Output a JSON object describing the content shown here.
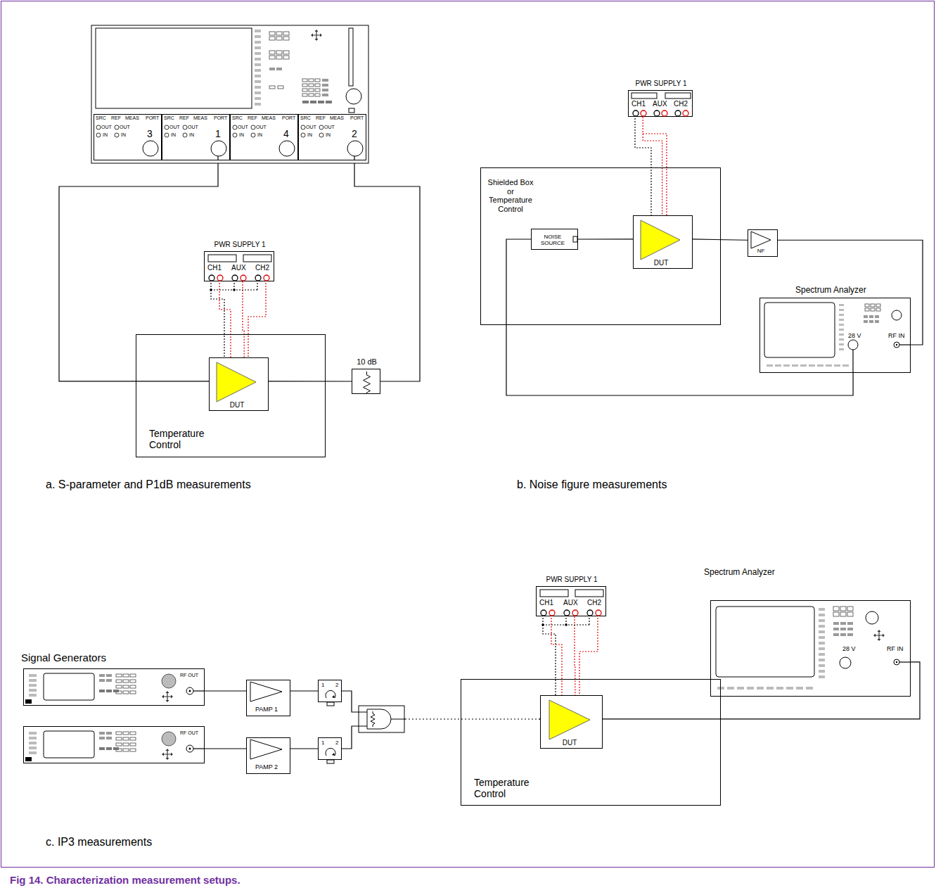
{
  "diagram": {
    "caption": "Fig 14. Characterization measurement setups.",
    "nodes": [
      {
        "text": [
          "SRC",
          "REF",
          "MEAS",
          "PORT",
          "OUT",
          "OUT",
          "IN",
          "IN",
          "3"
        ]
      },
      {
        "text": [
          "SRC",
          "REF",
          "MEAS",
          "PORT",
          "OUT",
          "OUT",
          "IN",
          "IN",
          "1"
        ]
      },
      {
        "text": [
          "SRC",
          "REF",
          "MEAS",
          "PORT",
          "OUT",
          "OUT",
          "IN",
          "IN",
          "4"
        ]
      },
      {
        "text": [
          "SRC",
          "REF",
          "MEAS",
          "PORT",
          "OUT",
          "OUT",
          "IN",
          "IN",
          "2"
        ]
      },
      {
        "text": [
          "PWR SUPPLY 1",
          "CH1",
          "AUX",
          "CH2"
        ]
      },
      {
        "text": [
          "Temperature Control"
        ]
      },
      {
        "text": [
          "DUT"
        ],
        "in": 5
      },
      {
        "text": [
          "10 dB"
        ]
      },
      {
        "text": [
          "PWR SUPPLY 1",
          "CH1",
          "AUX",
          "CH2"
        ]
      },
      {
        "text": [
          "Shielded Box or Temperature Control"
        ]
      },
      {
        "text": [
          "NOISE SOURCE"
        ],
        "in": 9
      },
      {
        "text": [
          "DUT"
        ],
        "in": 9
      },
      {
        "text": [
          "NF"
        ]
      },
      {
        "text": [
          "Spectrum Analyzer",
          "28 V",
          "RF IN"
        ]
      },
      {
        "text": [
          "RF OUT"
        ]
      },
      {
        "text": [
          "RF OUT"
        ]
      },
      {
        "text": [
          "PAMP 1"
        ]
      },
      {
        "text": [
          "PAMP 2"
        ]
      },
      {
        "text": [
          "1",
          "2"
        ]
      },
      {
        "text": [
          "1",
          "2"
        ]
      },
      {
        "text": [
          "PWR SUPPLY 1",
          "CH1",
          "AUX",
          "CH2"
        ]
      },
      {
        "text": [
          "Temperature Control"
        ]
      },
      {
        "text": [
          "DUT"
        ],
        "in": 21
      },
      {
        "text": [
          "Spectrum Analyzer",
          "28 V",
          "RF IN"
        ]
      }
    ],
    "edges": [
      {
        "from": 1,
        "to": 6,
        "arrow": "none"
      },
      {
        "from": 6,
        "to": 7,
        "arrow": "none"
      },
      {
        "from": 7,
        "to": 3,
        "arrow": "none"
      },
      {
        "from": 4,
        "to": 6,
        "arrow": "none"
      },
      {
        "from": 10,
        "to": 11,
        "arrow": "none"
      },
      {
        "from": 11,
        "to": 12,
        "arrow": "none"
      },
      {
        "from": 12,
        "to": 13,
        "arrow": "none"
      },
      {
        "from": 13,
        "to": 10,
        "arrow": "none"
      },
      {
        "from": 8,
        "to": 11,
        "arrow": "none"
      },
      {
        "from": 14,
        "to": 16,
        "arrow": "none"
      },
      {
        "from": 16,
        "to": 18,
        "arrow": "none"
      },
      {
        "from": 15,
        "to": 17,
        "arrow": "none"
      },
      {
        "from": 17,
        "to": 19,
        "arrow": "none"
      },
      {
        "from": 18,
        "to": 22,
        "arrow": "none"
      },
      {
        "from": 19,
        "to": 22,
        "arrow": "none"
      },
      {
        "from": 22,
        "to": 23,
        "arrow": "none"
      },
      {
        "from": 20,
        "to": 22,
        "arrow": "none"
      }
    ],
    "labels": [
      "a. S-parameter and P1dB measurements",
      "b. Noise figure measurements",
      "c. IP3 measurements",
      "Signal Generators"
    ]
  }
}
